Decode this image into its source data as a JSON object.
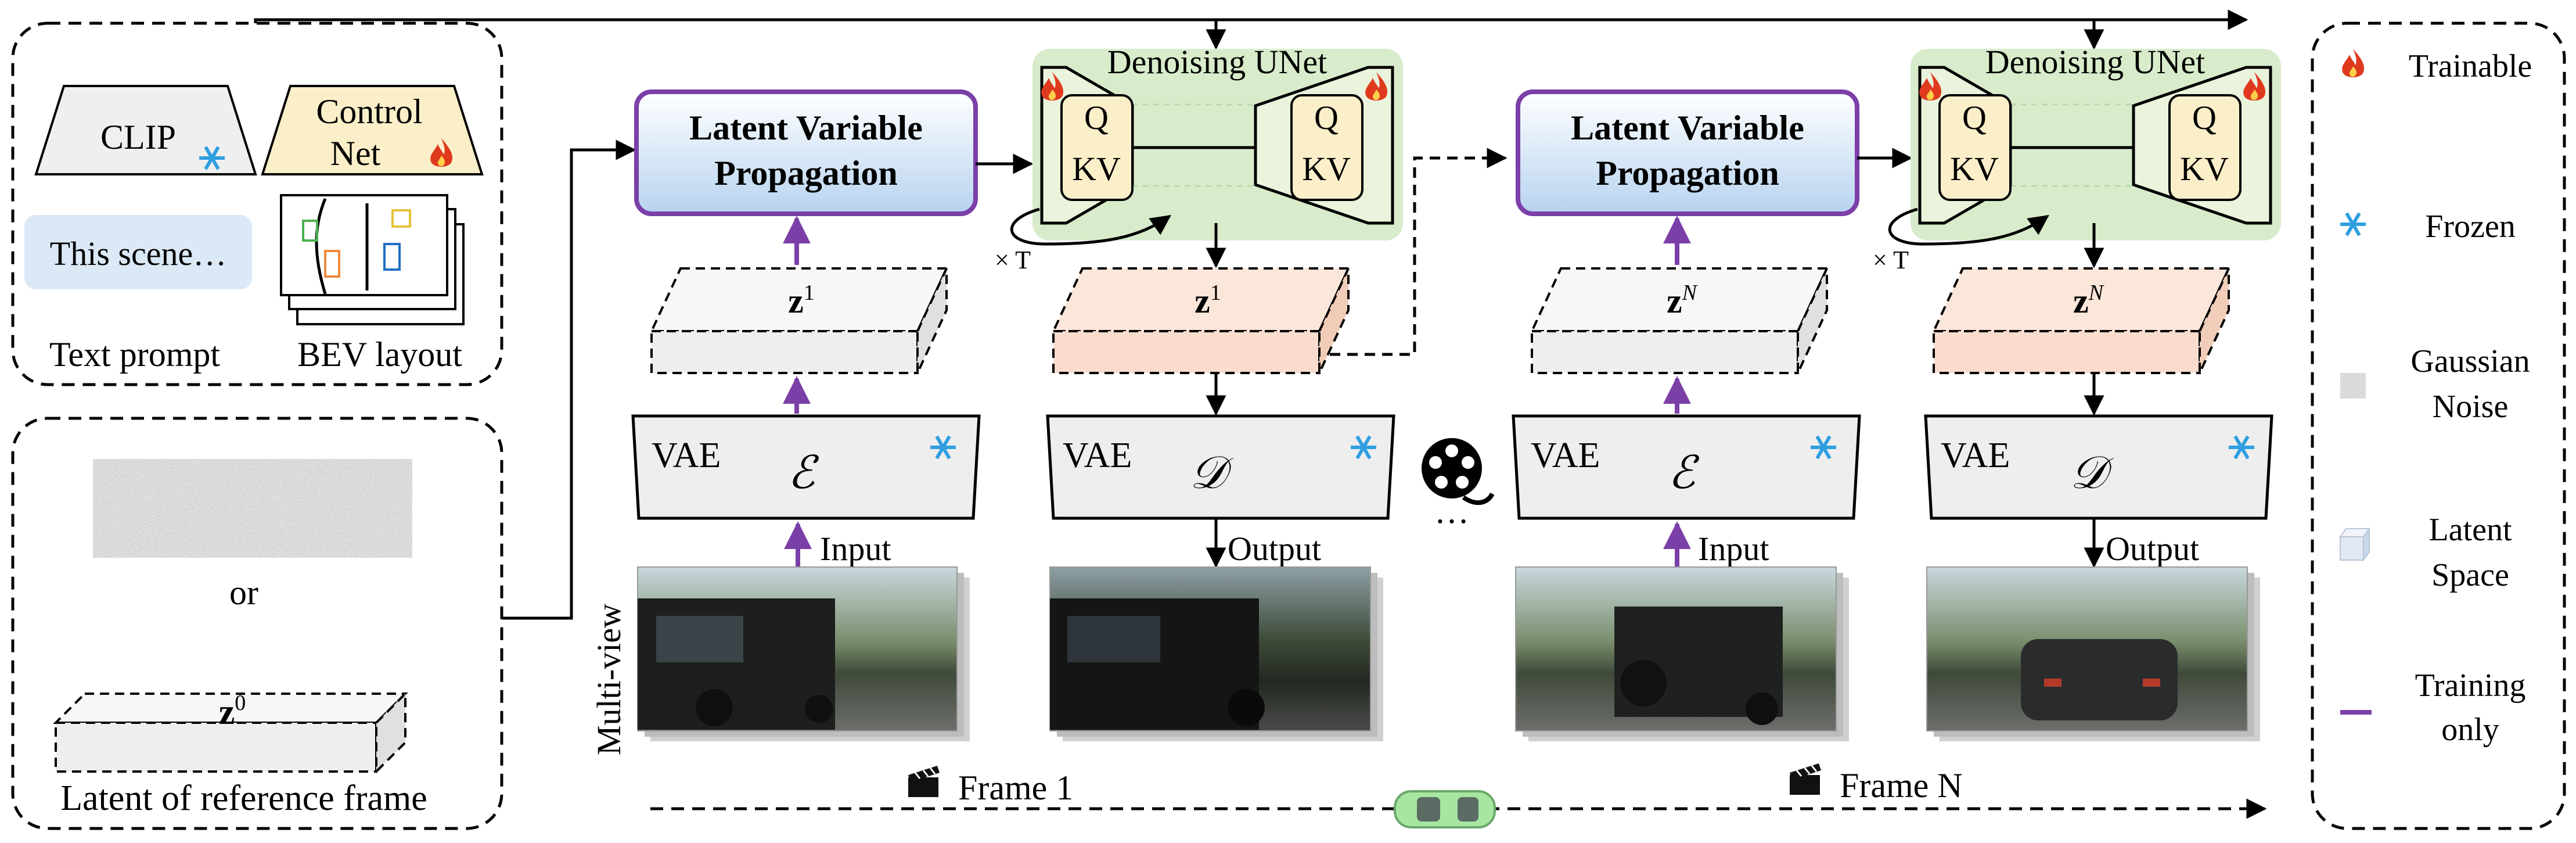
{
  "colors": {
    "purple": "#7b3fa8",
    "vae_fill": "#eeeeee",
    "latent_white": "#f2f2f2",
    "latent_pink": "#f9dccd",
    "unet_bg": "#d8eccb",
    "unet_block": "#eaf3dc",
    "lvp_top": "#ffffff",
    "lvp_bottom": "#b7d3ef",
    "control_fill": "#fbefc9",
    "text_prompt_fill": "#dbe8f5",
    "snowflake": "#2f9fe0",
    "flame": "#e03a1e"
  },
  "conditions": {
    "clip_label": "CLIP",
    "control_label_line1": "Control",
    "control_label_line2": "Net",
    "prompt_text": "This scene…",
    "text_prompt_caption": "Text prompt",
    "bev_caption": "BEV layout"
  },
  "reference": {
    "or_text": "or",
    "z0_symbol": "z",
    "z0_superscript": "0",
    "caption": "Latent of reference frame"
  },
  "main": {
    "lvp_line1": "Latent Variable",
    "lvp_line2": "Propagation",
    "unet_title": "Denoising UNet",
    "q_label": "Q",
    "kv_label": "KV",
    "times_t": "× T",
    "z_symbol": "z",
    "z1_superscript": "1",
    "zn_superscript": "N",
    "vae_label": "VAE",
    "encoder_symbol": "ℰ",
    "decoder_symbol": "𝒟",
    "input_label": "Input",
    "output_label": "Output",
    "multiview_label": "Multi-view",
    "ellipsis": "…",
    "frame1_label": "Frame 1",
    "framen_label": "Frame N"
  },
  "legend": {
    "trainable": "Trainable",
    "frozen": "Frozen",
    "gaussian_line1": "Gaussian",
    "gaussian_line2": "Noise",
    "latent_line1": "Latent",
    "latent_line2": "Space",
    "training_line1": "Training",
    "training_line2": "only"
  },
  "icons": [
    "snowflake-icon",
    "flame-icon",
    "film-reel-icon",
    "clapperboard-icon",
    "car-icon",
    "gaussian-noise-icon",
    "latent-cube-icon"
  ]
}
